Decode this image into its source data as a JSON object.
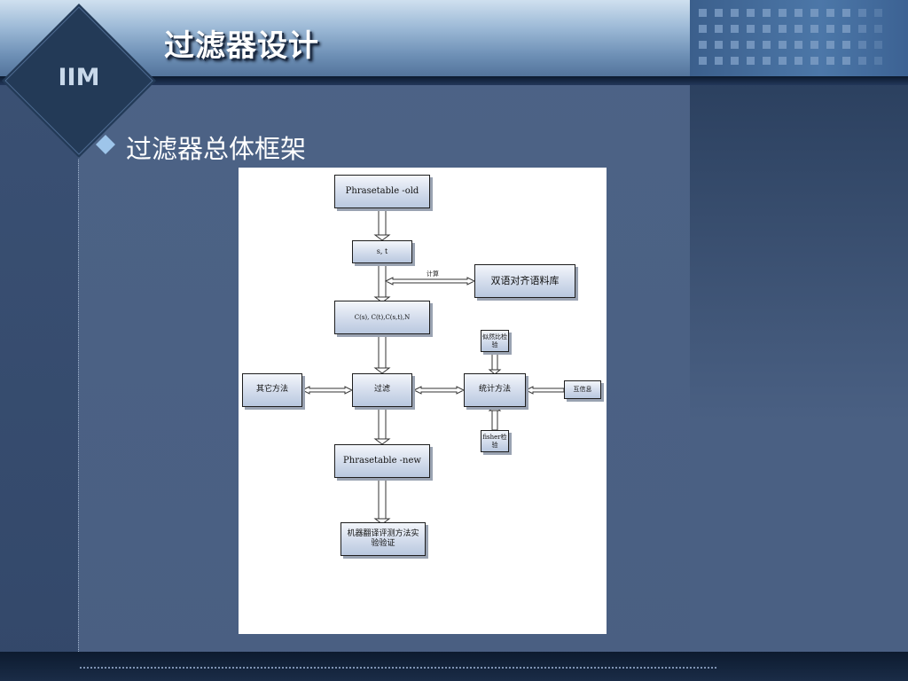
{
  "header": {
    "logo_text": "IIM",
    "title": "过滤器设计"
  },
  "content": {
    "bullet": "过滤器总体框架"
  },
  "diagram": {
    "nodes": {
      "phrasetable_old": "Phrasetable -old",
      "s_t": "s, t",
      "bilingual_corpus": "双语对齐语料库",
      "counts": "C(s), C(t),C(s,t),N",
      "other_methods": "其它方法",
      "filter": "过滤",
      "statistical_methods": "统计方法",
      "likelihood_test": "似然比检验",
      "mutual_info": "互信息",
      "fisher_test": "fisher检验",
      "phrasetable_new": "Phrasetable -new",
      "mt_eval": "机器翻译评测方法实验验证"
    },
    "edge_label": "计算"
  },
  "colors": {
    "accent_blue": "#4a6083",
    "title_white": "#ffffff",
    "bullet_blue": "#9ec5ea"
  },
  "icons": {
    "bullet": "diamond-bullet-icon"
  }
}
